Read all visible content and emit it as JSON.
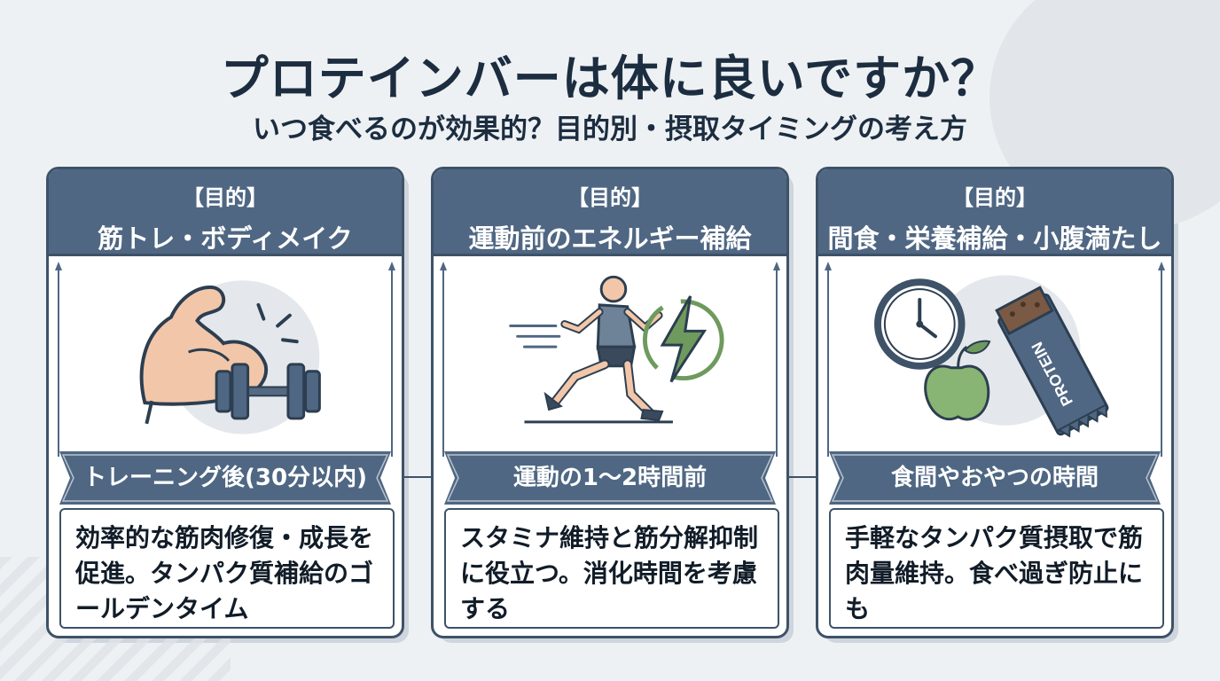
{
  "title": "プロテインバーは体に良いですか？",
  "subtitle": "いつ食べるのが効果的？目的別・摂取タイミングの考え方",
  "cards": [
    {
      "tag": "【目的】",
      "purpose": "筋トレ・ボディメイク",
      "timing": "トレーニング後(30分以内)",
      "description": "効率的な筋肉修復・成長を促進。タンパク質補給のゴールデンタイム",
      "icons": [
        "flexed-arm-icon",
        "dumbbell-icon"
      ]
    },
    {
      "tag": "【目的】",
      "purpose": "運動前のエネルギー補給",
      "timing": "運動の1〜2時間前",
      "description": "スタミナ維持と筋分解抑制に役立つ。消化時間を考慮する",
      "icons": [
        "runner-icon",
        "lightning-icon"
      ]
    },
    {
      "tag": "【目的】",
      "purpose": "間食・栄養補給・小腹満たし",
      "timing": "食間やおやつの時間",
      "description": "手軽なタンパク質摂取で筋肉量維持。食べ過ぎ防止にも",
      "icons": [
        "clock-icon",
        "apple-icon",
        "protein-bar-icon"
      ],
      "bar_label": "PROTEIN"
    }
  ],
  "colors": {
    "header": "#4f6783",
    "border": "#3e5268",
    "accent_green": "#6e9a5e",
    "background": "#eef1f4"
  }
}
